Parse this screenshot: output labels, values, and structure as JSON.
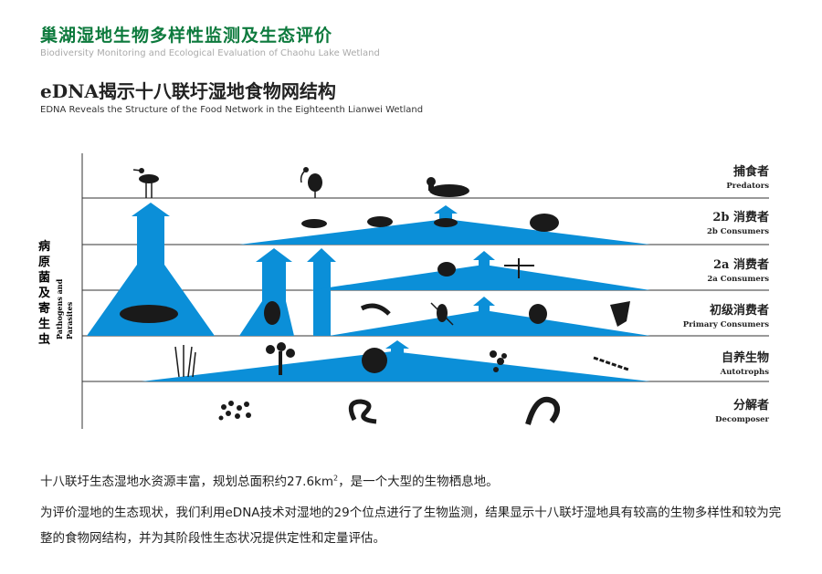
{
  "header": {
    "title": "巢湖湿地生物多样性监测及生态评价",
    "title_en": "Biodiversity Monitoring and Ecological Evaluation of Chaohu Lake Wetland"
  },
  "section": {
    "title": "eDNA揭示十八联圩湿地食物网结构",
    "title_en": "EDNA Reveals the Structure of the Food Network in the Eighteenth Lianwei Wetland"
  },
  "side_label": {
    "cn": "病原菌及寄生虫",
    "en_line1": "Pathogens and",
    "en_line2": "Parasites"
  },
  "levels": [
    {
      "cn": "捕食者",
      "en": "Predators"
    },
    {
      "cn": "2b 消费者",
      "en": "2b Consumers"
    },
    {
      "cn": "2a 消费者",
      "en": "2a Consumers"
    },
    {
      "cn": "初级消费者",
      "en": "Primary Consumers"
    },
    {
      "cn": "自养生物",
      "en": "Autotrophs"
    },
    {
      "cn": "分解者",
      "en": "Decomposer"
    }
  ],
  "colors": {
    "accent": "#0b8fd8",
    "title_green": "#0d7a3d"
  },
  "text": {
    "p1a": "十八联圩生态湿地水资源丰富，规划总面积约27.6km",
    "p1sup": "2",
    "p1b": "，是一个大型的生物栖息地。",
    "p2": "为评价湿地的生态现状，我们利用eDNA技术对湿地的29个位点进行了生物监测，结果显示十八联圩湿地具有较高的生物多样性和较为完整的食物网结构，并为其阶段性生态状况提供定性和定量评估。"
  }
}
